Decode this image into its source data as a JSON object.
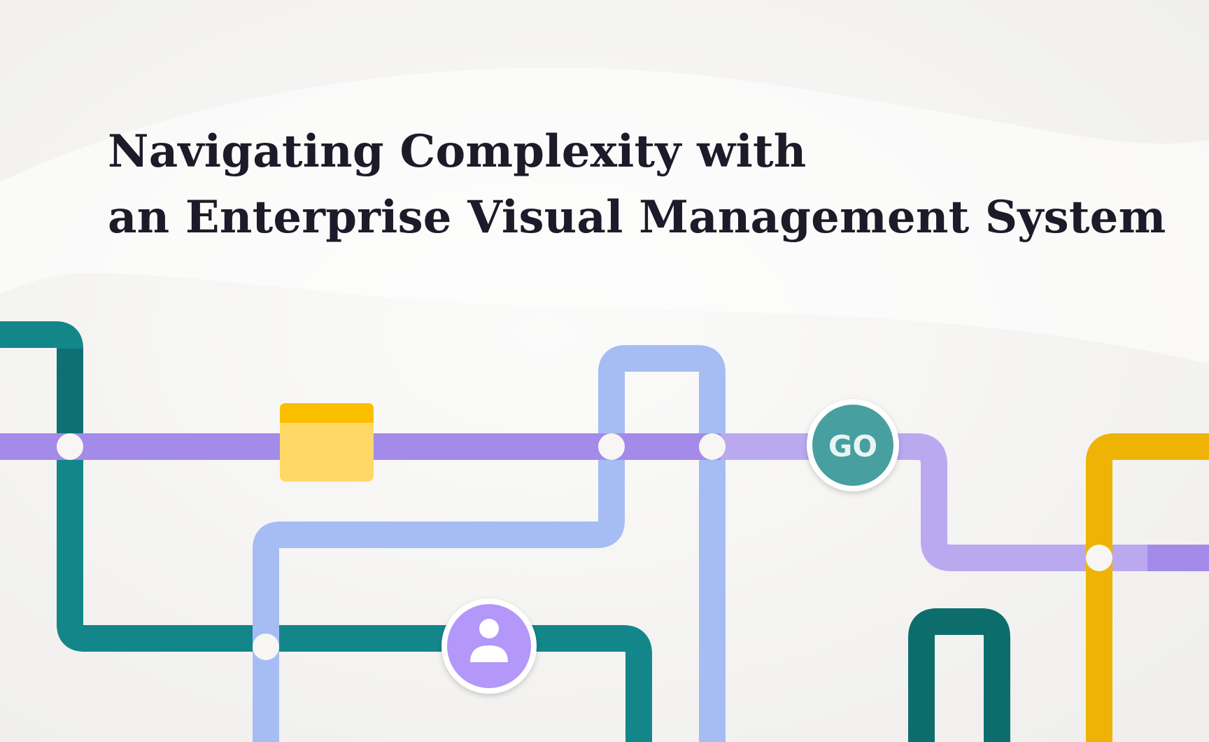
{
  "headline": {
    "line1": "Navigating Complexity with",
    "line2": "an Enterprise Visual Management System"
  },
  "go_badge": {
    "label": "GO"
  },
  "colors": {
    "background": "#f4f3f1",
    "headline": "#1c1b29",
    "teal_line": "#13868a",
    "purple_line": "#a48ae9",
    "light_purple_line": "#bba9f0",
    "blue_line": "#a6bdf4",
    "yellow_line": "#eeb304",
    "folder_tab": "#fcbf00",
    "folder_body": "#ffd866",
    "go_badge": "#469fa0",
    "avatar_badge": "#b397f9",
    "node": "#f7f6f4"
  },
  "icons": [
    "folder-icon",
    "go-badge",
    "user-avatar-icon"
  ]
}
